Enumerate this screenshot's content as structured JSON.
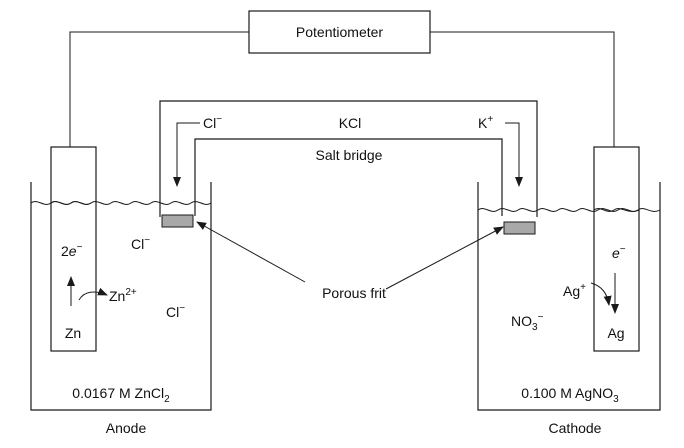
{
  "diagram": {
    "potentiometer_label": "Potentiometer",
    "salt_bridge": {
      "anion_label": "Cl",
      "anion_charge": "−",
      "electrolyte_label": "KCl",
      "cation_label": "K",
      "cation_charge": "+",
      "name_label": "Salt bridge"
    },
    "porous_frit_label": "Porous frit",
    "anode_cell": {
      "electron_count": "2",
      "electron_symbol": "e",
      "electron_charge": "−",
      "ion_label": "Zn",
      "ion_charge": "2+",
      "chloride_label_1": "Cl",
      "chloride_label_2": "Cl",
      "chloride_charge": "−",
      "electrode_label": "Zn",
      "solution_prefix": "0.0167 M ZnCl",
      "solution_subscript": "2",
      "caption": "Anode"
    },
    "cathode_cell": {
      "electron_symbol": "e",
      "electron_charge": "−",
      "ion_label": "Ag",
      "ion_charge": "+",
      "nitrate_label": "NO",
      "nitrate_subscript": "3",
      "nitrate_charge": "−",
      "electrode_label": "Ag",
      "solution_label": "0.100 M AgNO",
      "solution_subscript": "3",
      "caption": "Cathode"
    },
    "colors": {
      "line": "#1a1a1a",
      "frit_fill": "#a8a8a8",
      "background": "#ffffff"
    }
  }
}
